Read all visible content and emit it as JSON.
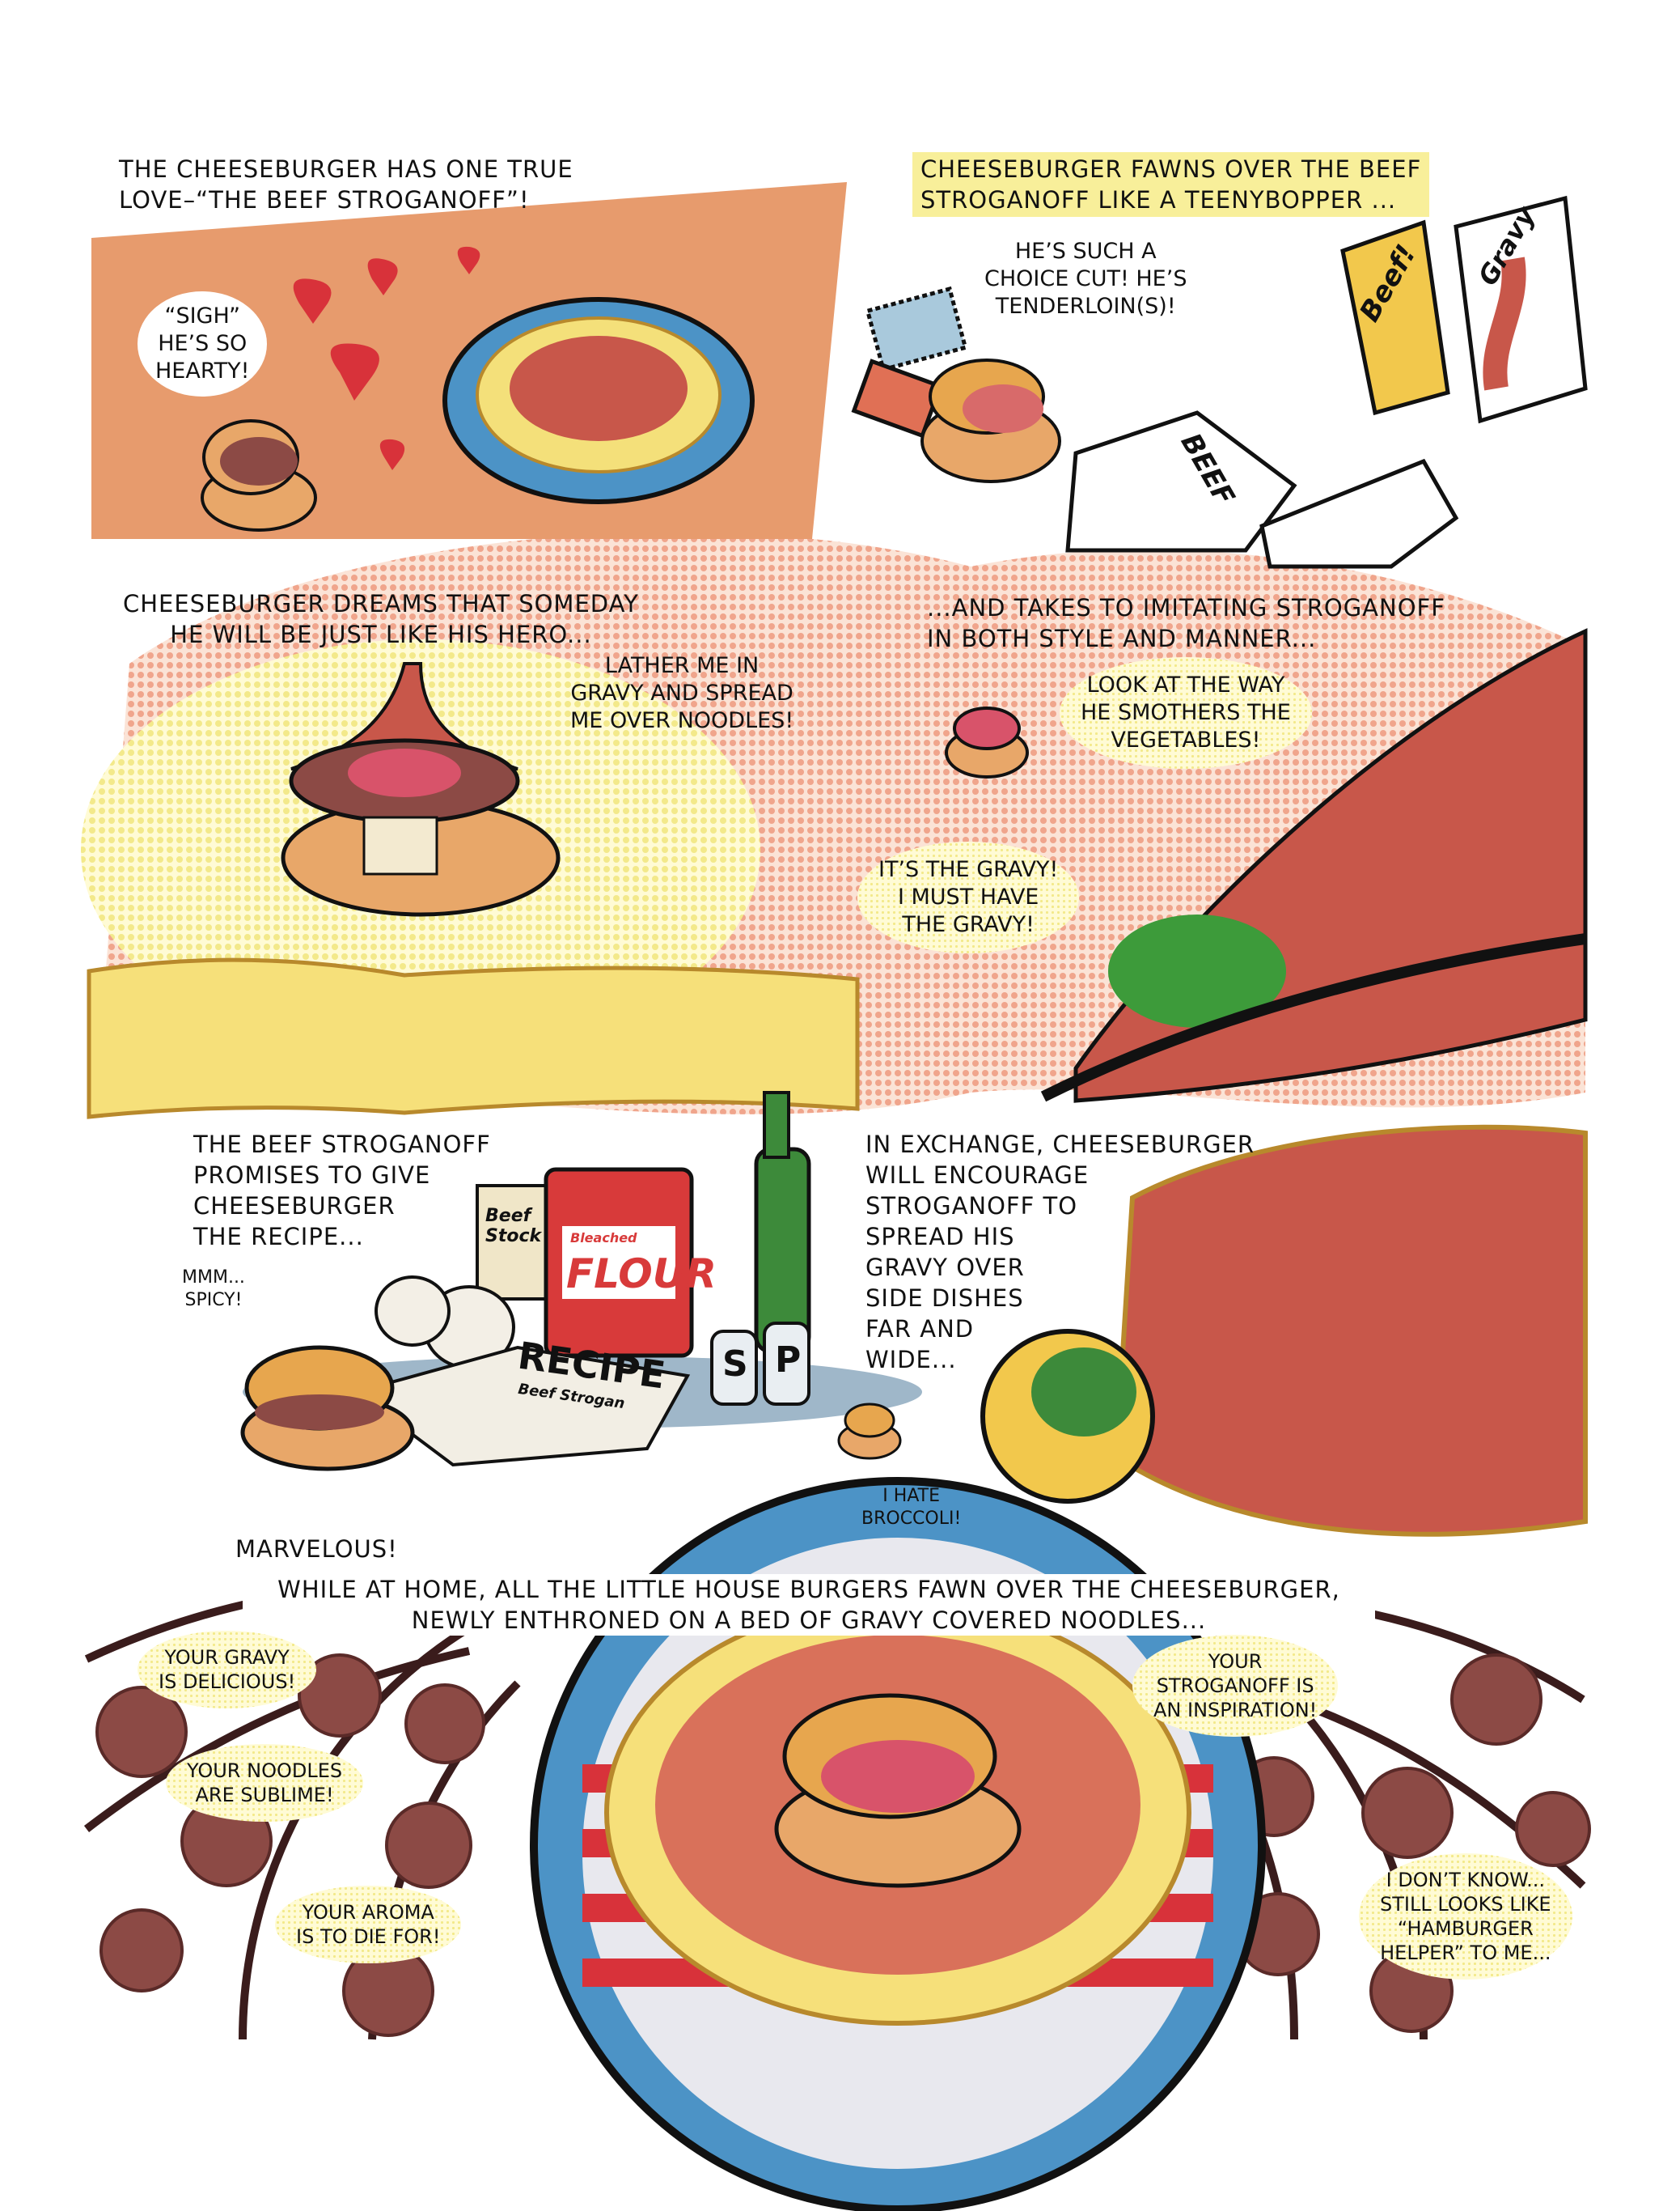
{
  "colors": {
    "orange_panel": "#e79b6d",
    "gravy": "#d9715a",
    "noodle": "#f4e07a",
    "plate_blue": "#4c93c6",
    "dots": "#f0a58c",
    "bun": "#e8a769",
    "patty": "#8c4a45"
  },
  "panel1": {
    "caption": "The cheeseburger has one true\nlove–“The beef stroganoff”!",
    "bubble": "“sigh”\nhe’s so\nhearty!"
  },
  "panel2": {
    "caption": "Cheeseburger fawns over the beef\nstroganoff like a teenybopper ...",
    "bubble": "He’s such a\nchoice cut! He’s\ntenderloin(s)!",
    "magazine_label": "BEEF",
    "poster1_label": "Beef!",
    "poster2_label": "Gravy"
  },
  "panel3": {
    "caption": "Cheeseburger dreams that someday\nhe will be just like his hero...",
    "bubble": "Lather me in\ngravy and spread\nme over noodles!"
  },
  "panel4": {
    "caption": "...and takes to imitating stroganoff\nin both style and manner...",
    "bubble1": "Look at the way\nhe smothers the\nvegetables!",
    "bubble2": "It’s the gravy!\nI must have\nthe gravy!"
  },
  "panel5": {
    "caption": "The beef stroganoff\npromises to give\ncheeseburger\nthe recipe...",
    "bubble": "Mmm...\nspicy!",
    "stock_label": "Beef\nStock",
    "flour_small": "Bleached",
    "flour_label": "FLOUR",
    "recipe_label": "RECIPE",
    "recipe_sub": "Beef Strogan",
    "salt": "S",
    "pepper": "P"
  },
  "panel6": {
    "caption": "In exchange, cheeseburger\nwill encourage\nstroganoff to\nspread his\ngravy over\nside dishes\nfar and\nwide...",
    "bubble": "I hate\nbroccoli!"
  },
  "panel7": {
    "exclaim": "Marvelous!",
    "caption": "While at home, all the little house burgers fawn over the cheeseburger,\nnewly enthroned on a bed of gravy covered noodles...",
    "bubbles": [
      "Your gravy\nis delicious!",
      "Your noodles\nare sublime!",
      "Your aroma\nis to die for!",
      "Your\nstroganoff is\nan inspiration!",
      "I don’t know...\nstill looks like\n“Hamburger\nhelper” to me..."
    ]
  }
}
